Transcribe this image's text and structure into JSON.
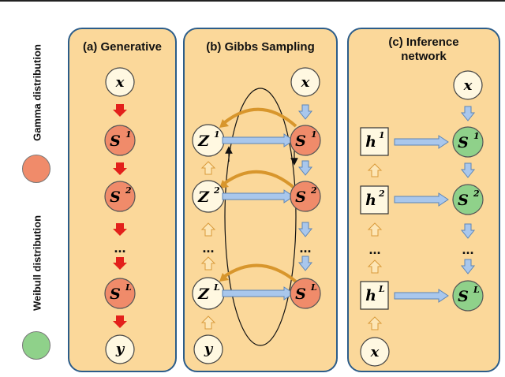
{
  "legend": {
    "gamma_label": "Gamma distribution",
    "weibull_label": "Weibull distribution",
    "gamma_color": "#f08b6a",
    "weibull_color": "#8fd18a"
  },
  "panels": {
    "a": {
      "title": "(a) Generative"
    },
    "b": {
      "title": "(b) Gibbs Sampling"
    },
    "c": {
      "title_line1": "(c) Inference",
      "title_line2": "network"
    }
  },
  "symbols": {
    "x": "x",
    "y": "y",
    "dots": "...",
    "S": "S",
    "Z": "Z",
    "h": "h",
    "sup1": "1",
    "sup2": "2",
    "supL": "L"
  },
  "colors": {
    "panel_fill": "#fbd89a",
    "panel_border": "#2c5d8a",
    "red_arrow": "#e3201b",
    "blue_arrow": "#9dbde6",
    "yellow_arrow": "#f4c47a",
    "node_fill": "#fff8e1"
  }
}
